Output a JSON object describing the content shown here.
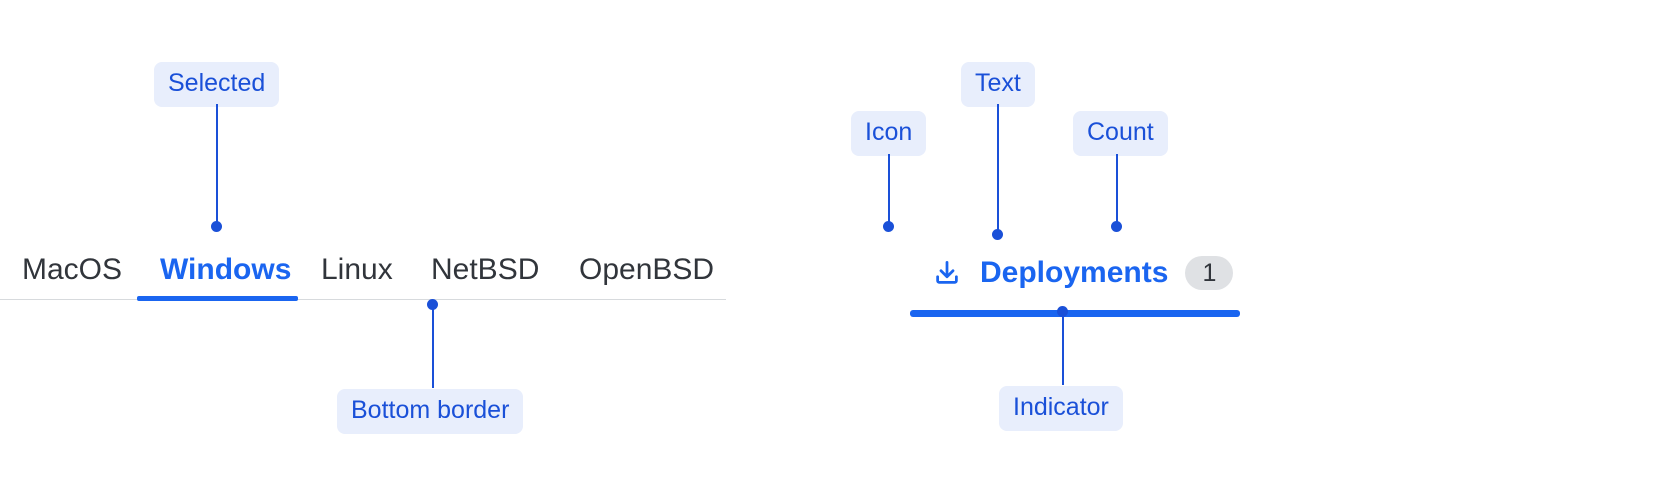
{
  "colors": {
    "accent_blue": "#1a65f0",
    "callout_text": "#1a50d8",
    "callout_background": "#e8eefc",
    "tab_text": "#31353b",
    "divider": "#d7dadd",
    "badge_background": "#dfe1e4"
  },
  "left_example": {
    "name": "text-only-tabs",
    "tabs": [
      {
        "label": "MacOS",
        "selected": false
      },
      {
        "label": "Windows",
        "selected": true
      },
      {
        "label": "Linux",
        "selected": false
      },
      {
        "label": "NetBSD",
        "selected": false
      },
      {
        "label": "OpenBSD",
        "selected": false
      }
    ],
    "annotations": [
      {
        "label": "Selected",
        "target": "selected-tab"
      },
      {
        "label": "Bottom border",
        "target": "tabbar-divider"
      }
    ]
  },
  "right_example": {
    "name": "icon-text-count-tab",
    "tab": {
      "icon": "download-icon",
      "label": "Deployments",
      "count": "1",
      "selected": true
    },
    "annotations": [
      {
        "label": "Icon",
        "target": "download-icon"
      },
      {
        "label": "Text",
        "target": "deployments-label"
      },
      {
        "label": "Count",
        "target": "count-badge"
      },
      {
        "label": "Indicator",
        "target": "selected-indicator"
      }
    ]
  }
}
